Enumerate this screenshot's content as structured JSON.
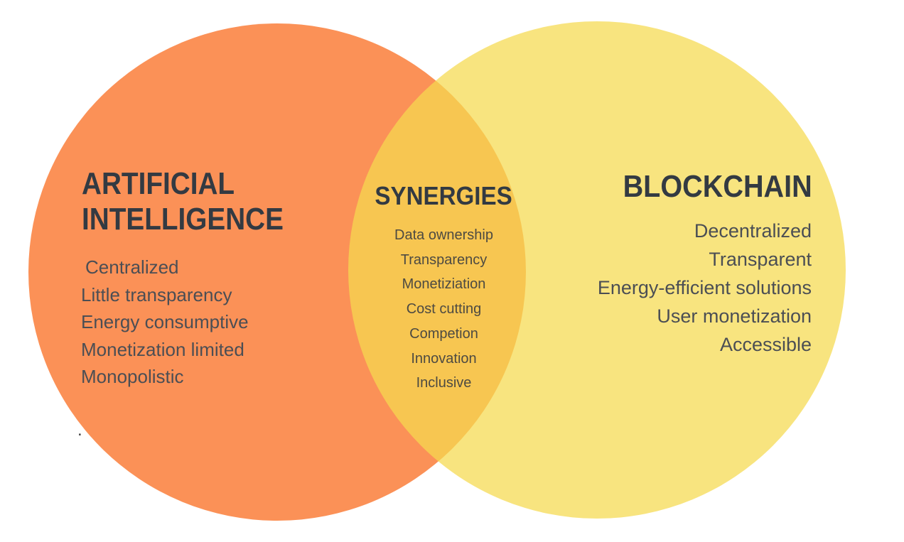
{
  "diagram": {
    "type": "venn",
    "colors": {
      "left_circle": "#FB9157",
      "right_circle_over_white": "#F8E47F",
      "overlap": "#F7C650",
      "title_text": "#333A42",
      "body_text": "#4B4E54"
    },
    "left": {
      "title_line1": "ARTIFICIAL",
      "title_line2": "INTELLIGENCE",
      "items": [
        "Centralized",
        "Little transparency",
        "Energy consumptive",
        "Monetization limited",
        "Monopolistic"
      ]
    },
    "middle": {
      "title": "SYNERGIES",
      "items": [
        "Data ownership",
        "Transparency",
        "Monetiziation",
        "Cost cutting",
        "Competion",
        "Innovation",
        "Inclusive"
      ]
    },
    "right": {
      "title": "BLOCKCHAIN",
      "items": [
        "Decentralized",
        "Transparent",
        "Energy-efficient solutions",
        "User monetization",
        "Accessible"
      ]
    },
    "stray_dot": "."
  }
}
